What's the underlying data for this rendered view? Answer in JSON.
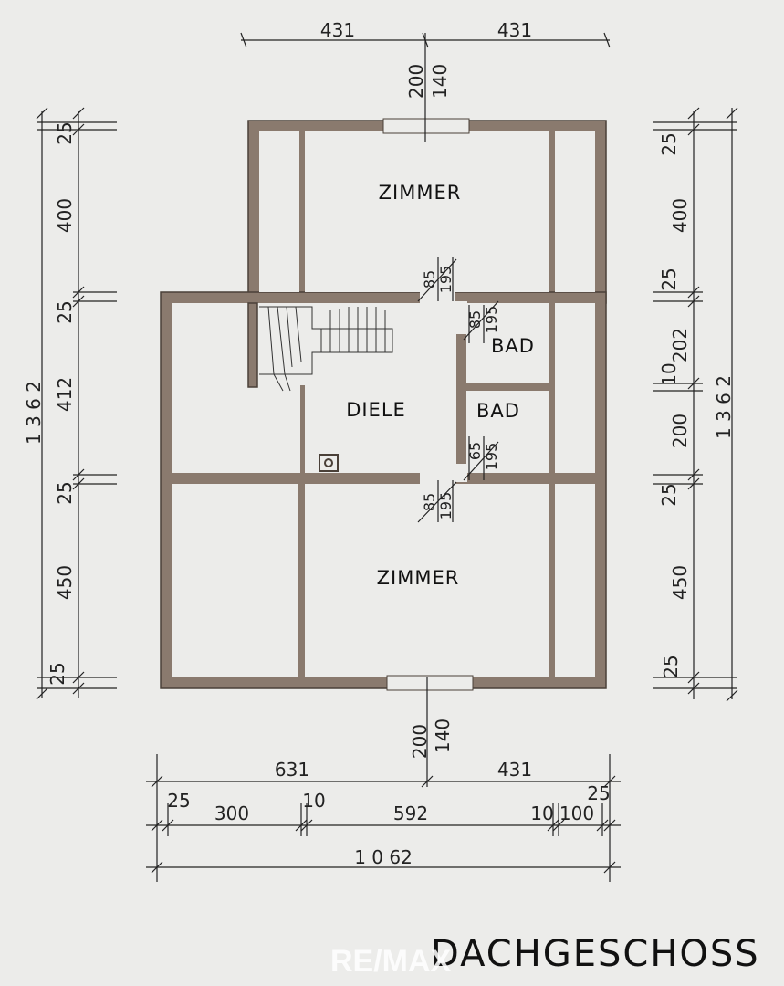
{
  "title": "DACHGESCHOSS",
  "watermark": "RE/MAX",
  "colors": {
    "background": "#ececea",
    "wall": "#8a7a6e",
    "line": "#222222"
  },
  "rooms": {
    "zimmer_top": "ZIMMER",
    "diele": "DIELE",
    "bad_1": "BAD",
    "bad_2": "BAD",
    "zimmer_bottom": "ZIMMER"
  },
  "dimensions": {
    "top": {
      "left": "431",
      "right": "431",
      "window_sill": "200",
      "window_width": "140"
    },
    "left": {
      "total": "1 3 6 2",
      "d1": "25",
      "d2": "400",
      "d3": "25",
      "d4": "412",
      "d5": "25",
      "d6": "450",
      "d7": "25"
    },
    "right": {
      "total": "1 3 6 2",
      "d1": "25",
      "d2": "400",
      "d3": "25",
      "d4": "202",
      "d5": "10",
      "d6": "200",
      "d7": "25",
      "d8": "450",
      "d9": "25"
    },
    "bottom": {
      "window_sill": "200",
      "window_width": "140",
      "row1_left": "631",
      "row1_right": "431",
      "row2": [
        "25",
        "300",
        "10",
        "592",
        "10",
        "100",
        "25"
      ],
      "total": "1 0 62"
    },
    "doors": {
      "top_door_a": "85",
      "top_door_b": "195",
      "bad1_door_a": "85",
      "bad1_door_b": "195",
      "bad2_door_a": "65",
      "bad2_door_b": "195",
      "bottom_door_a": "85",
      "bottom_door_b": "195"
    }
  }
}
